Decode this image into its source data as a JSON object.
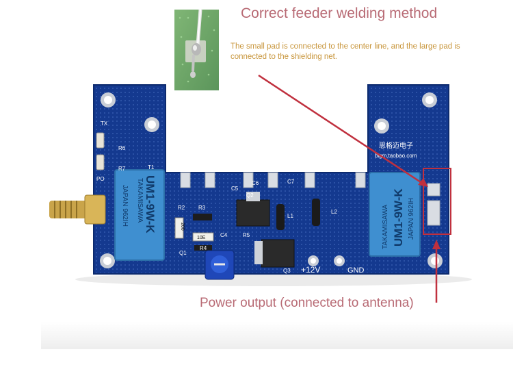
{
  "annotations": {
    "title": "Correct feeder welding method",
    "note": "The small pad is connected to the center line, and the large pad is connected to the shielding net.",
    "caption": "Power output (connected to antenna)"
  },
  "pcb": {
    "brand_cn": "思格迈电子",
    "shop_url": "bigm.taobao.com",
    "labels": {
      "tx": "TX",
      "po": "PO",
      "r6": "R6",
      "r7": "R7",
      "t1": "T1",
      "r2": "R2",
      "r3": "R3",
      "r4": "R4",
      "r5": "R5",
      "c4": "C4",
      "c5": "C5",
      "c6": "C6",
      "c7": "C7",
      "q1": "Q1",
      "q2": "Q2",
      "q3": "Q3",
      "l1": "L1",
      "l2": "L2",
      "v12": "+12V",
      "gnd": "GND",
      "res1": "200",
      "res2": "10E"
    }
  },
  "relay": {
    "brand": "TAKAMISAWA",
    "model": "UM1-9W-K",
    "origin": "JAPAN 962IH"
  },
  "colors": {
    "pcb": "#14398f",
    "pcb_light": "#2457b8",
    "relay": "#3f8fd0",
    "annotation_red": "#c0303e",
    "title_color": "#b86a74"
  }
}
